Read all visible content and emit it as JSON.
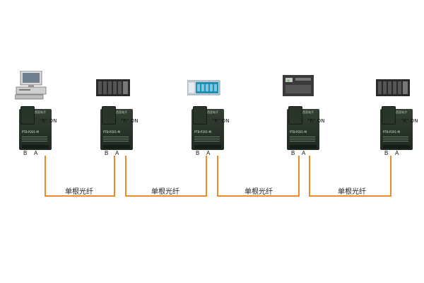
{
  "nodes": [
    {
      "device": "computer-pc",
      "brand": "西亚电子",
      "model": "PTB-P201-M",
      "ron": "“R” ON",
      "pin_b": "B",
      "pin_a": "A"
    },
    {
      "device": "plc-rack",
      "brand": "西亚电子",
      "model": "PTB-P201-M",
      "ron": "“R” ON",
      "pin_b": "B",
      "pin_a": "A"
    },
    {
      "device": "io-module-rack",
      "brand": "西亚电子",
      "model": "PTB-P201-M",
      "ron": "“R” ON",
      "pin_b": "B",
      "pin_a": "A"
    },
    {
      "device": "compact-plc",
      "brand": "西亚电子",
      "model": "PTB-P201-M",
      "ron": "“R” ON",
      "pin_b": "B",
      "pin_a": "A"
    },
    {
      "device": "plc-rack",
      "brand": "西亚电子",
      "model": "PTB-P201-M",
      "ron": "“R” ON",
      "pin_b": "B",
      "pin_a": "A"
    }
  ],
  "fiber_links": [
    {
      "label": "单根光纤"
    },
    {
      "label": "单根光纤"
    },
    {
      "label": "单根光纤"
    },
    {
      "label": "单根光纤"
    }
  ],
  "colors": {
    "fiber": "#f08a28",
    "module": "#2b362b",
    "background": "#ffffff"
  }
}
